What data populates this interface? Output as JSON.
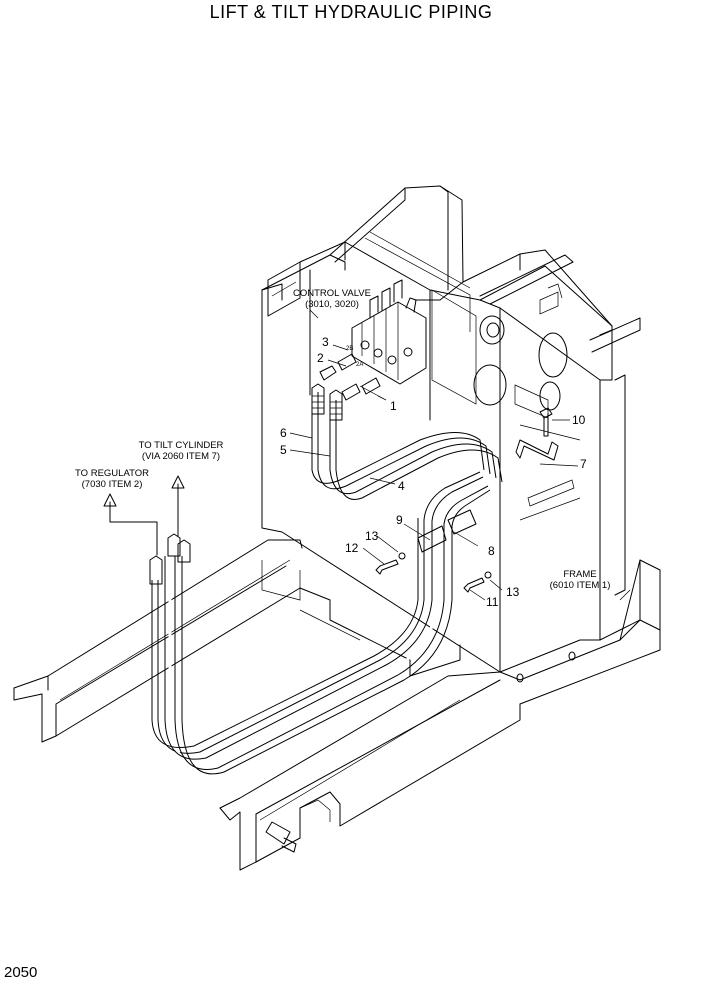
{
  "title": "LIFT & TILT HYDRAULIC PIPING",
  "page_number": "2050",
  "notes": {
    "control_valve_line1": "CONTROL VALVE",
    "control_valve_line2": "(3010, 3020)",
    "tilt_cylinder_line1": "TO TILT CYLINDER",
    "tilt_cylinder_line2": "(VIA 2060 ITEM 7)",
    "regulator_line1": "TO REGULATOR",
    "regulator_line2": "(7030 ITEM 2)",
    "frame_line1": "FRAME",
    "frame_line2": "(6010 ITEM 1)"
  },
  "callouts": {
    "c1": "1",
    "c2": "2",
    "c3": "3",
    "c4": "4",
    "c5": "5",
    "c6": "6",
    "c7": "7",
    "c8": "8",
    "c9": "9",
    "c10": "10",
    "c11": "11",
    "c12": "12",
    "c13a": "13",
    "c13b": "13",
    "port_2b": "2B",
    "port_2a": "2A"
  }
}
